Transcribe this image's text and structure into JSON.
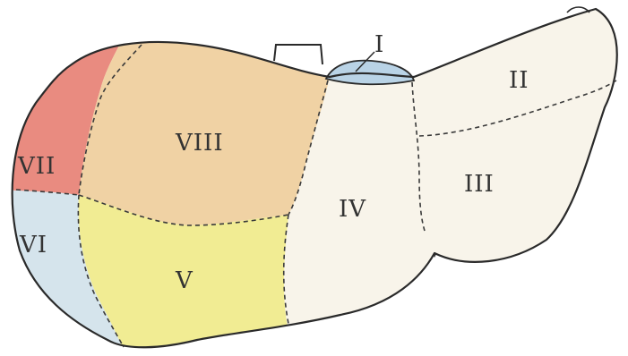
{
  "segments": [
    {
      "id": "I",
      "label": "I",
      "color": "#b9d3e6"
    },
    {
      "id": "II",
      "label": "II",
      "color": "#f8f4ea"
    },
    {
      "id": "III",
      "label": "III",
      "color": "#f8f4ea"
    },
    {
      "id": "IV",
      "label": "IV",
      "color": "#f8f4ea"
    },
    {
      "id": "V",
      "label": "V",
      "color": "#f1ec93"
    },
    {
      "id": "VI",
      "label": "VI",
      "color": "#d5e4ec"
    },
    {
      "id": "VII",
      "label": "VII",
      "color": "#e98b80"
    },
    {
      "id": "VIII",
      "label": "VIII",
      "color": "#f0d2a4"
    }
  ],
  "colors": {
    "outline": "#2a2a2a",
    "background": "#ffffff",
    "shadow": "#3b3b3b"
  }
}
